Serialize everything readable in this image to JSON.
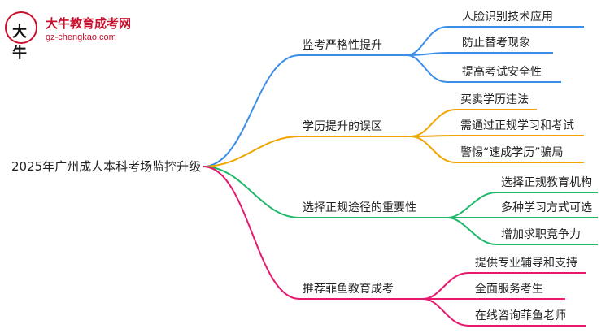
{
  "logo": {
    "title": "大牛教育成考网",
    "url": "gz-chengkao.com"
  },
  "root": "2025年广州成人本科考场监控升级",
  "branches": [
    {
      "label": "监考严格性提升",
      "color": "#3b8ee8",
      "leaves": [
        "人脸识别技术应用",
        "防止替考现象",
        "提高考试安全性"
      ]
    },
    {
      "label": "学历提升的误区",
      "color": "#f0a500",
      "leaves": [
        "买卖学历违法",
        "需通过正规学习和考试",
        "警惕“速成学历”骗局"
      ]
    },
    {
      "label": "选择正规途径的重要性",
      "color": "#1fb86b",
      "leaves": [
        "选择正规教育机构",
        "多种学习方式可选",
        "增加求职竞争力"
      ]
    },
    {
      "label": "推荐菲鱼教育成考",
      "color": "#e8186f",
      "leaves": [
        "提供专业辅导和支持",
        "全面服务考生",
        "在线咨询菲鱼老师"
      ]
    }
  ]
}
